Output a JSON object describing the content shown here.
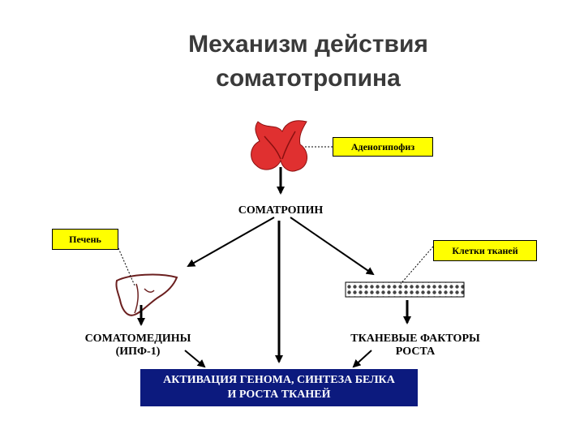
{
  "title": {
    "line1": "Механизм действия",
    "line2": "соматотропина"
  },
  "labels": {
    "adenohypophysis": "Аденогипофиз",
    "liver": "Печень",
    "tissue_cells": "Клетки тканей"
  },
  "nodes": {
    "hormone": "СОМАТРОПИН",
    "somatomedins_line1": "СОМАТОМЕДИНЫ",
    "somatomedins_line2": "(ИПФ-1)",
    "tissue_factors_line1": "ТКАНЕВЫЕ ФАКТОРЫ",
    "tissue_factors_line2": "РОСТА"
  },
  "result": {
    "line1": "АКТИВАЦИЯ ГЕНОМА, СИНТЕЗА БЕЛКА",
    "line2": "И РОСТА ТКАНЕЙ"
  },
  "colors": {
    "label_bg": "#ffff00",
    "result_bg": "#0c1a7e",
    "gland": "#e03030",
    "liver_outline": "#6b1f1f"
  },
  "icons": [
    "pituitary-gland-icon",
    "liver-icon",
    "tissue-cells-icon"
  ]
}
